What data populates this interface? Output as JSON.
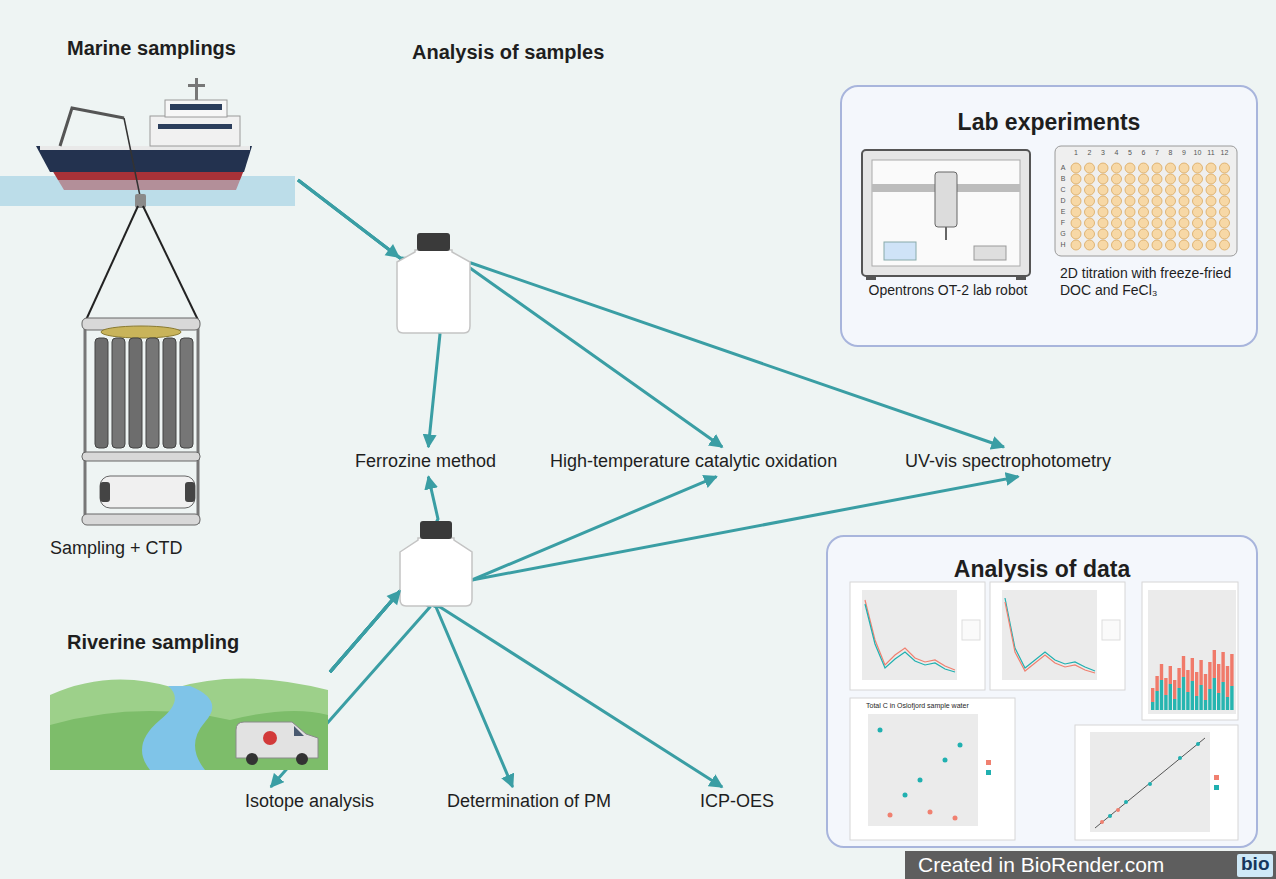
{
  "diagram": {
    "nodes": [
      {
        "text": [
          "Marine samplings",
          "Sampling + CTD"
        ]
      },
      {
        "text": [
          "Riverine sampling"
        ]
      },
      {
        "text": [
          "Ferrozine method"
        ]
      },
      {
        "text": [
          "High-temperature catalytic oxidation"
        ]
      },
      {
        "text": [
          "UV-vis spectrophotometry"
        ]
      },
      {
        "text": [
          "Isotope analysis"
        ]
      },
      {
        "text": [
          "Determination of PM"
        ]
      },
      {
        "text": [
          "ICP-OES"
        ]
      },
      {
        "text": [
          "Lab experiments"
        ]
      },
      {
        "text": [
          "Opentrons OT-2 lab robot"
        ],
        "in": 8
      },
      {
        "text": [
          "2D titration with freeze-fried DOC and FeCl₃"
        ],
        "in": 8
      },
      {
        "text": [
          "Analysis of data"
        ]
      }
    ],
    "edges": [
      {
        "from": 0,
        "to": 2,
        "arrow": "to"
      },
      {
        "from": 0,
        "to": 3,
        "arrow": "to"
      },
      {
        "from": 0,
        "to": 4,
        "arrow": "to"
      },
      {
        "from": 1,
        "to": 2,
        "arrow": "to"
      },
      {
        "from": 1,
        "to": 3,
        "arrow": "to"
      },
      {
        "from": 1,
        "to": 4,
        "arrow": "to"
      },
      {
        "from": 1,
        "to": 5,
        "arrow": "to"
      },
      {
        "from": 1,
        "to": 6,
        "arrow": "to"
      },
      {
        "from": 1,
        "to": 7,
        "arrow": "to"
      }
    ],
    "labels": [
      "Analysis of samples",
      "Total C in Oslofjord sample water",
      "Created in BioRender.com",
      "bio",
      "1",
      "2",
      "3",
      "4",
      "5",
      "6",
      "7",
      "8",
      "9",
      "10",
      "11",
      "12",
      "A",
      "B",
      "C",
      "D",
      "E",
      "F",
      "G",
      "H"
    ]
  }
}
